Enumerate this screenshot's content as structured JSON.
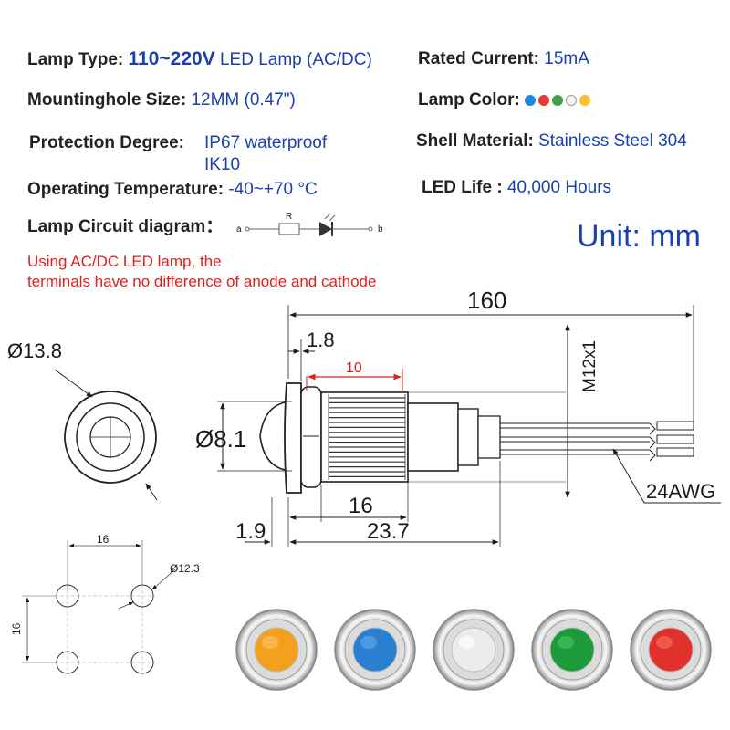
{
  "specs": {
    "lamp_type_label": "Lamp Type:",
    "lamp_type_voltage": "110~220V",
    "lamp_type_value": "LED Lamp (AC/DC)",
    "rated_current_label": "Rated Current:",
    "rated_current_value": "15mA",
    "mounting_label": "Mountinghole  Size:",
    "mounting_value": "12MM (0.47\")",
    "lamp_color_label": "Lamp Color:",
    "lamp_colors": [
      "#1e88e5",
      "#e53935",
      "#43a047",
      "#f5f5f5",
      "#fbc02d"
    ],
    "protection_label": "Protection  Degree:",
    "protection_value_1": "IP67 waterproof",
    "protection_value_2": "IK10",
    "shell_label": "Shell Material:",
    "shell_value": "Stainless Steel 304",
    "temp_label": "Operating Temperature:",
    "temp_value": "-40~+70 °C",
    "life_label": "LED Life :",
    "life_value": "40,000 Hours",
    "circuit_label": "Lamp Circuit diagram：",
    "circuit_a": "a",
    "circuit_r": "R",
    "circuit_b": "b"
  },
  "unit_text": "Unit: mm",
  "note": {
    "line1": "Using AC/DC LED lamp, the",
    "line2": "terminals have no difference of anode and cathode"
  },
  "dims": {
    "total_length": "160",
    "thread": "M12x1",
    "flange_depth": "1.8",
    "thread_length_red": "10",
    "outer_dia": "Ø13.8",
    "dome_dia": "Ø8.1",
    "thread_body": "16",
    "flange_thickness": "1.9",
    "body_length": "23.7",
    "wire": "24AWG",
    "hole_spacing_x": "16",
    "hole_spacing_y": "16",
    "hole_dia": "Ø12.3"
  },
  "products": [
    {
      "color": "orange",
      "lens": "#f2a01e",
      "lens_light": "#fbc15a"
    },
    {
      "color": "blue",
      "lens": "#2a7fd0",
      "lens_light": "#5aa6ea"
    },
    {
      "color": "white",
      "lens": "#ececec",
      "lens_light": "#ffffff"
    },
    {
      "color": "green",
      "lens": "#1f9a3a",
      "lens_light": "#45c060"
    },
    {
      "color": "red",
      "lens": "#e0312a",
      "lens_light": "#f56a5a"
    }
  ]
}
